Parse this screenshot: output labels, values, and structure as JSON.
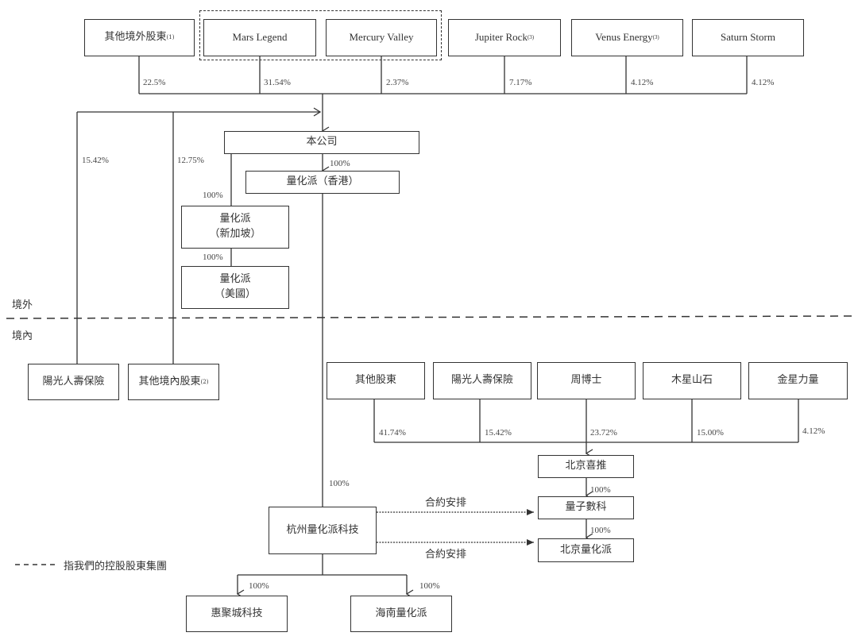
{
  "diagram": {
    "type": "shareholding-structure",
    "regions": {
      "offshore": "境外",
      "onshore": "境內"
    },
    "legend": {
      "dashed_line": "指我們的控股股東集團"
    },
    "offshore_shareholders": [
      {
        "name": "其他境外股東",
        "note": "(1)",
        "pct": "22.5%"
      },
      {
        "name": "Mars Legend",
        "note": "",
        "pct": "31.54%"
      },
      {
        "name": "Mercury Valley",
        "note": "",
        "pct": "2.37%"
      },
      {
        "name": "Jupiter Rock",
        "note": "(3)",
        "pct": "7.17%"
      },
      {
        "name": "Venus Energy",
        "note": "(3)",
        "pct": "4.12%"
      },
      {
        "name": "Saturn Storm",
        "note": "",
        "pct": "4.12%"
      }
    ],
    "onshore_direct_shareholders": [
      {
        "name": "陽光人壽保險",
        "note": "",
        "pct": "15.42%"
      },
      {
        "name": "其他境內股東",
        "note": "(2)",
        "pct": "12.75%"
      }
    ],
    "company": "本公司",
    "hk_sub": {
      "name": "量化派（香港）",
      "pct": "100%"
    },
    "sg_sub": {
      "name": "量化派",
      "region": "（新加坡）",
      "pct": "100%"
    },
    "us_sub": {
      "name": "量化派",
      "region": "（美國）",
      "pct": "100%"
    },
    "beijing_shareholders": [
      {
        "name": "其他股東",
        "pct": "41.74%"
      },
      {
        "name": "陽光人壽保險",
        "pct": "15.42%"
      },
      {
        "name": "周博士",
        "pct": "23.72%"
      },
      {
        "name": "木星山石",
        "pct": "15.00%"
      },
      {
        "name": "金星力量",
        "pct": "4.12%"
      }
    ],
    "beijing_xitui": "北京喜推",
    "liangzi_shuke": {
      "name": "量子數科",
      "pct": "100%"
    },
    "beijing_lhp": {
      "name": "北京量化派",
      "pct": "100%"
    },
    "hangzhou": {
      "name": "杭州量化派科技",
      "pct": "100%"
    },
    "contract_label": "合約安排",
    "hangzhou_subs": [
      {
        "name": "惠聚城科技",
        "pct": "100%"
      },
      {
        "name": "海南量化派",
        "pct": "100%"
      }
    ]
  }
}
